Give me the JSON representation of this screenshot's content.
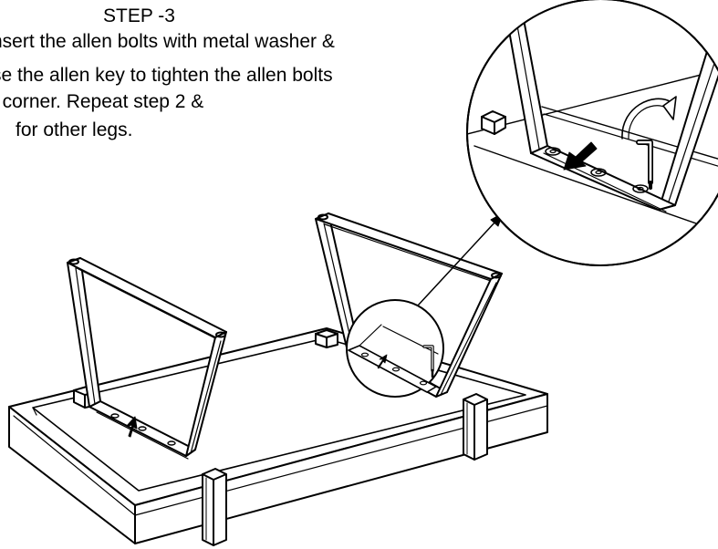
{
  "instructions": {
    "step_title": "STEP -3",
    "lines": [
      "nsert the allen bolts with metal washer &",
      "se the allen key to tighten the allen bolts",
      "t corner. Repeat step 2 &",
      "for other legs."
    ]
  },
  "colors": {
    "line": "#000000",
    "background": "#ffffff"
  },
  "icons": [
    "allen-key-icon",
    "tighten-direction-arrow",
    "insert-direction-arrow",
    "callout-leader-arrow"
  ]
}
